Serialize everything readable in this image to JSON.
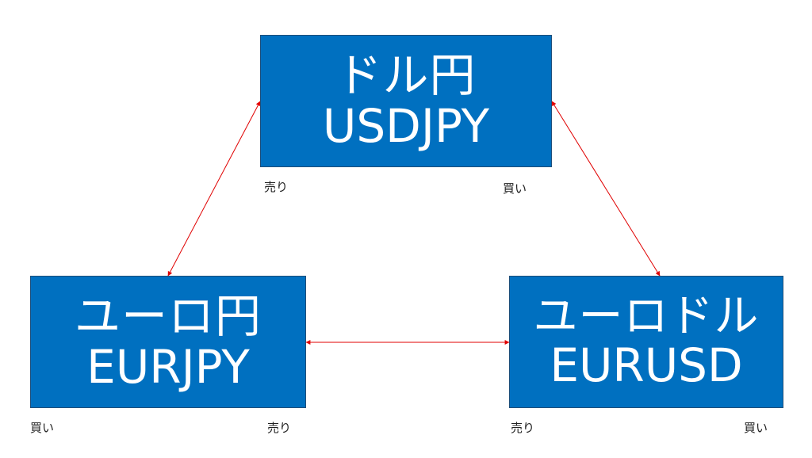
{
  "colors": {
    "box_fill": "#0070c0",
    "box_text": "#ffffff",
    "arrow": "#e00000",
    "label_text": "#222222"
  },
  "nodes": {
    "usdjpy": {
      "jp": "ドル円",
      "en": "USDJPY",
      "left_label": "売り",
      "right_label": "買い"
    },
    "eurjpy": {
      "jp": "ユーロ円",
      "en": "EURJPY",
      "left_label": "買い",
      "right_label": "売り"
    },
    "eurusd": {
      "jp": "ユーロドル",
      "en": "EURUSD",
      "left_label": "売り",
      "right_label": "買い"
    }
  },
  "edges": [
    {
      "from": "usdjpy",
      "to": "eurjpy",
      "type": "bidirectional-arrow"
    },
    {
      "from": "usdjpy",
      "to": "eurusd",
      "type": "bidirectional-arrow"
    },
    {
      "from": "eurjpy",
      "to": "eurusd",
      "type": "bidirectional-arrow"
    }
  ]
}
